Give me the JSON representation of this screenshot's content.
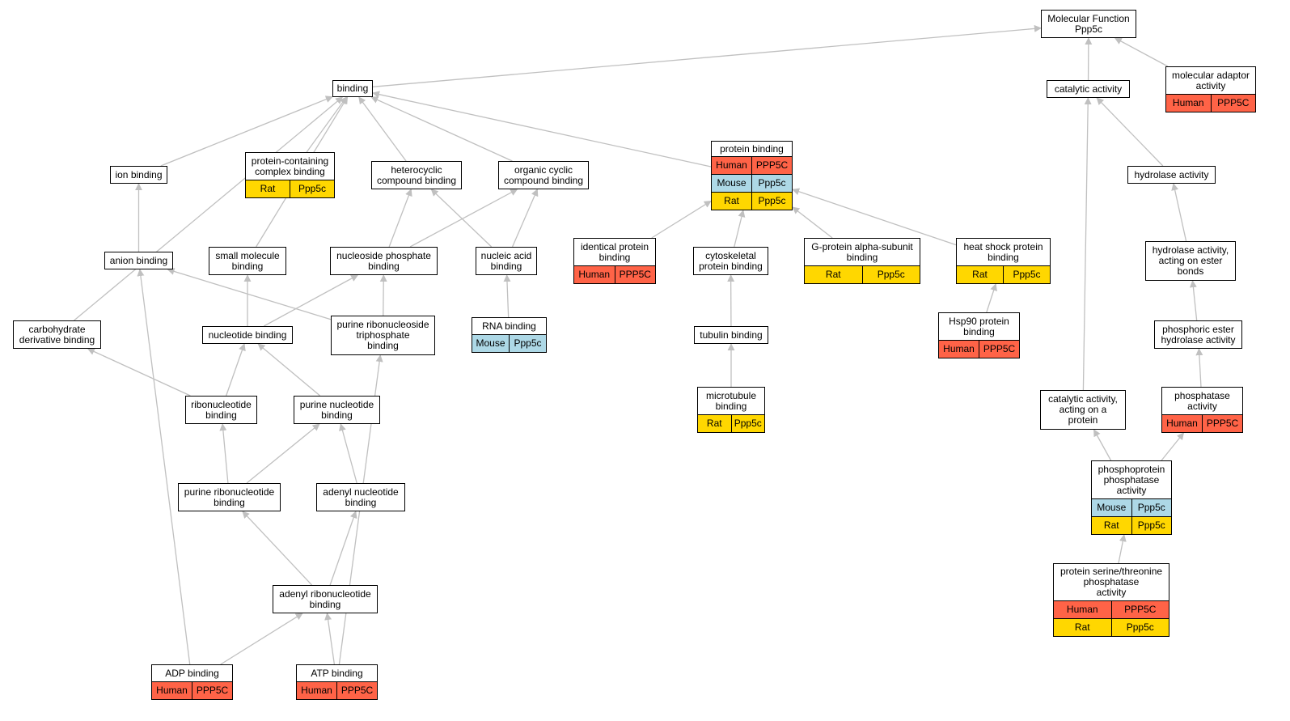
{
  "colors": {
    "Human": "#ff6347",
    "Mouse": "#add8e6",
    "Rat": "#ffd700",
    "edge": "#c0c0c0"
  },
  "nodes": [
    {
      "id": "mf",
      "label": "Molecular Function\nPpp5c",
      "rows": []
    },
    {
      "id": "binding",
      "label": "binding",
      "rows": []
    },
    {
      "id": "catalytic",
      "label": "catalytic activity",
      "rows": []
    },
    {
      "id": "adaptor",
      "label": "molecular adaptor\nactivity",
      "rows": [
        {
          "species": "Human",
          "gene": "PPP5C"
        }
      ]
    },
    {
      "id": "ion",
      "label": "ion binding",
      "rows": []
    },
    {
      "id": "pcomplex",
      "label": "protein-containing\ncomplex binding",
      "rows": [
        {
          "species": "Rat",
          "gene": "Ppp5c"
        }
      ]
    },
    {
      "id": "hetero",
      "label": "heterocyclic\ncompound binding",
      "rows": []
    },
    {
      "id": "orgcyclic",
      "label": "organic cyclic\ncompound binding",
      "rows": []
    },
    {
      "id": "protein",
      "label": "protein binding",
      "rows": [
        {
          "species": "Human",
          "gene": "PPP5C"
        },
        {
          "species": "Mouse",
          "gene": "Ppp5c"
        },
        {
          "species": "Rat",
          "gene": "Ppp5c"
        }
      ]
    },
    {
      "id": "hydrolase",
      "label": "hydrolase activity",
      "rows": []
    },
    {
      "id": "anion",
      "label": "anion binding",
      "rows": []
    },
    {
      "id": "smallmol",
      "label": "small molecule\nbinding",
      "rows": []
    },
    {
      "id": "nucphos",
      "label": "nucleoside phosphate\nbinding",
      "rows": []
    },
    {
      "id": "nucacid",
      "label": "nucleic acid\nbinding",
      "rows": []
    },
    {
      "id": "identical",
      "label": "identical protein\nbinding",
      "rows": [
        {
          "species": "Human",
          "gene": "PPP5C"
        }
      ]
    },
    {
      "id": "cytoskel",
      "label": "cytoskeletal\nprotein binding",
      "rows": []
    },
    {
      "id": "gprot",
      "label": "G-protein alpha-subunit\nbinding",
      "rows": [
        {
          "species": "Rat",
          "gene": "Ppp5c"
        }
      ]
    },
    {
      "id": "heatshock",
      "label": "heat shock protein\nbinding",
      "rows": [
        {
          "species": "Rat",
          "gene": "Ppp5c"
        }
      ]
    },
    {
      "id": "hydroester",
      "label": "hydrolase activity,\nacting on ester\nbonds",
      "rows": []
    },
    {
      "id": "carbo",
      "label": "carbohydrate\nderivative binding",
      "rows": []
    },
    {
      "id": "nucleotide",
      "label": "nucleotide binding",
      "rows": []
    },
    {
      "id": "purinetri",
      "label": "purine ribonucleoside\ntriphosphate\nbinding",
      "rows": []
    },
    {
      "id": "rna",
      "label": "RNA binding",
      "rows": [
        {
          "species": "Mouse",
          "gene": "Ppp5c"
        }
      ]
    },
    {
      "id": "tubulin",
      "label": "tubulin binding",
      "rows": []
    },
    {
      "id": "hsp90",
      "label": "Hsp90 protein\nbinding",
      "rows": [
        {
          "species": "Human",
          "gene": "PPP5C"
        }
      ]
    },
    {
      "id": "phosester",
      "label": "phosphoric ester\nhydrolase activity",
      "rows": []
    },
    {
      "id": "ribonuc",
      "label": "ribonucleotide\nbinding",
      "rows": []
    },
    {
      "id": "purinenuc",
      "label": "purine nucleotide\nbinding",
      "rows": []
    },
    {
      "id": "microtub",
      "label": "microtubule\nbinding",
      "rows": [
        {
          "species": "Rat",
          "gene": "Ppp5c"
        }
      ]
    },
    {
      "id": "catprot",
      "label": "catalytic activity,\nacting on a\nprotein",
      "rows": []
    },
    {
      "id": "phosphatase",
      "label": "phosphatase\nactivity",
      "rows": [
        {
          "species": "Human",
          "gene": "PPP5C"
        }
      ]
    },
    {
      "id": "purineribo",
      "label": "purine ribonucleotide\nbinding",
      "rows": []
    },
    {
      "id": "adenylnuc",
      "label": "adenyl nucleotide\nbinding",
      "rows": []
    },
    {
      "id": "phosphoprot",
      "label": "phosphoprotein\nphosphatase\nactivity",
      "rows": [
        {
          "species": "Mouse",
          "gene": "Ppp5c"
        },
        {
          "species": "Rat",
          "gene": "Ppp5c"
        }
      ]
    },
    {
      "id": "adenylribo",
      "label": "adenyl ribonucleotide\nbinding",
      "rows": []
    },
    {
      "id": "serthr",
      "label": "protein serine/threonine\nphosphatase\nactivity",
      "rows": [
        {
          "species": "Human",
          "gene": "PPP5C"
        },
        {
          "species": "Rat",
          "gene": "Ppp5c"
        }
      ]
    },
    {
      "id": "adp",
      "label": "ADP binding",
      "rows": [
        {
          "species": "Human",
          "gene": "PPP5C"
        }
      ]
    },
    {
      "id": "atp",
      "label": "ATP binding",
      "rows": [
        {
          "species": "Human",
          "gene": "PPP5C"
        }
      ]
    }
  ],
  "edges": [
    [
      "binding",
      "mf"
    ],
    [
      "catalytic",
      "mf"
    ],
    [
      "adaptor",
      "mf"
    ],
    [
      "ion",
      "binding"
    ],
    [
      "smallmol",
      "binding"
    ],
    [
      "pcomplex",
      "binding"
    ],
    [
      "hetero",
      "binding"
    ],
    [
      "orgcyclic",
      "binding"
    ],
    [
      "protein",
      "binding"
    ],
    [
      "carbo",
      "binding"
    ],
    [
      "anion",
      "ion"
    ],
    [
      "adp",
      "anion"
    ],
    [
      "purinetri",
      "anion"
    ],
    [
      "nucleotide",
      "smallmol"
    ],
    [
      "nucleotide",
      "nucphos"
    ],
    [
      "purinetri",
      "nucphos"
    ],
    [
      "nucphos",
      "hetero"
    ],
    [
      "nucphos",
      "orgcyclic"
    ],
    [
      "nucacid",
      "hetero"
    ],
    [
      "nucacid",
      "orgcyclic"
    ],
    [
      "rna",
      "nucacid"
    ],
    [
      "identical",
      "protein"
    ],
    [
      "cytoskel",
      "protein"
    ],
    [
      "gprot",
      "protein"
    ],
    [
      "heatshock",
      "protein"
    ],
    [
      "tubulin",
      "cytoskel"
    ],
    [
      "microtub",
      "tubulin"
    ],
    [
      "hsp90",
      "heatshock"
    ],
    [
      "ribonuc",
      "carbo"
    ],
    [
      "ribonuc",
      "nucleotide"
    ],
    [
      "purinenuc",
      "nucleotide"
    ],
    [
      "purineribo",
      "ribonuc"
    ],
    [
      "purineribo",
      "purinenuc"
    ],
    [
      "adenylnuc",
      "purinenuc"
    ],
    [
      "adenylribo",
      "purineribo"
    ],
    [
      "adenylribo",
      "adenylnuc"
    ],
    [
      "adp",
      "adenylribo"
    ],
    [
      "atp",
      "adenylribo"
    ],
    [
      "atp",
      "purinetri"
    ],
    [
      "hydrolase",
      "catalytic"
    ],
    [
      "catprot",
      "catalytic"
    ],
    [
      "hydroester",
      "hydrolase"
    ],
    [
      "phosester",
      "hydroester"
    ],
    [
      "phosphatase",
      "phosester"
    ],
    [
      "phosphoprot",
      "catprot"
    ],
    [
      "phosphoprot",
      "phosphatase"
    ],
    [
      "serthr",
      "phosphoprot"
    ]
  ]
}
